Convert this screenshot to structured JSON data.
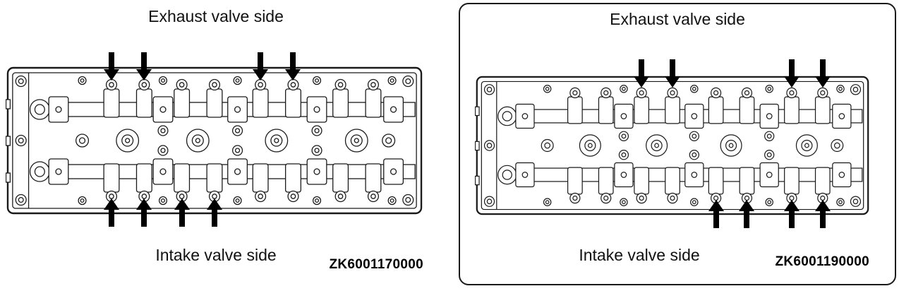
{
  "page": {
    "background": "#ffffff",
    "line_color": "#1a1a1a"
  },
  "figures": [
    {
      "id": "left",
      "exhaust_label": "Exhaust valve side",
      "intake_label": "Intake valve side",
      "code": "ZK6001170000",
      "marked_exhaust_valves": [
        1,
        2,
        5,
        6
      ],
      "marked_intake_valves": [
        1,
        2,
        3,
        4
      ]
    },
    {
      "id": "right",
      "exhaust_label": "Exhaust valve side",
      "intake_label": "Intake valve side",
      "code": "ZK6001190000",
      "marked_exhaust_valves": [
        3,
        4,
        7,
        8
      ],
      "marked_intake_valves": [
        5,
        6,
        7,
        8
      ]
    }
  ]
}
